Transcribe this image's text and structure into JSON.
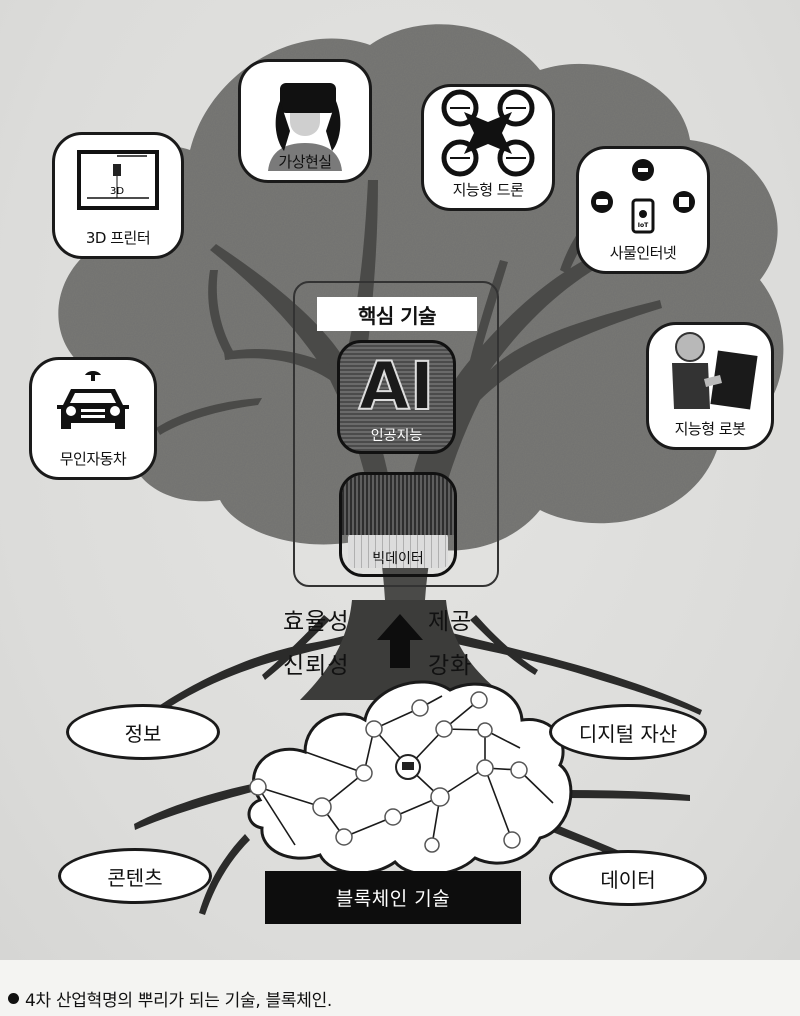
{
  "diagram": {
    "canopy": {
      "applications": [
        {
          "id": "3d-printer",
          "label": "3D 프린터",
          "icon": "3d-printer-icon"
        },
        {
          "id": "vr",
          "label": "가상현실",
          "icon": "vr-headset-icon"
        },
        {
          "id": "drone",
          "label": "지능형 드론",
          "icon": "drone-icon"
        },
        {
          "id": "iot",
          "label": "사물인터넷",
          "icon": "iot-icon"
        },
        {
          "id": "autonomous-car",
          "label": "무인자동차",
          "icon": "car-icon"
        },
        {
          "id": "robot",
          "label": "지능형 로봇",
          "icon": "robot-icon"
        }
      ],
      "printer_mark": "3D",
      "iot_mark": "IoT"
    },
    "core": {
      "title": "핵심 기술",
      "technologies": [
        {
          "id": "ai",
          "mark": "AI",
          "label": "인공지능"
        },
        {
          "id": "big-data",
          "label": "빅데이터"
        }
      ]
    },
    "trunk": {
      "left_words": [
        "효율성",
        "신뢰성"
      ],
      "right_words": [
        "제공",
        "강화"
      ]
    },
    "roots": {
      "base_label": "블록체인 기술",
      "nodes": [
        {
          "id": "information",
          "label": "정보"
        },
        {
          "id": "digital-assets",
          "label": "디지털 자산"
        },
        {
          "id": "contents",
          "label": "콘텐츠"
        },
        {
          "id": "data",
          "label": "데이터"
        }
      ]
    }
  },
  "caption": "4차 산업혁명의 뿌리가 되는 기술, 블록체인.",
  "colors": {
    "canopy": "#7a7a78",
    "branch": "#4a4a48",
    "background": "#e0e0de",
    "ink": "#111111"
  }
}
